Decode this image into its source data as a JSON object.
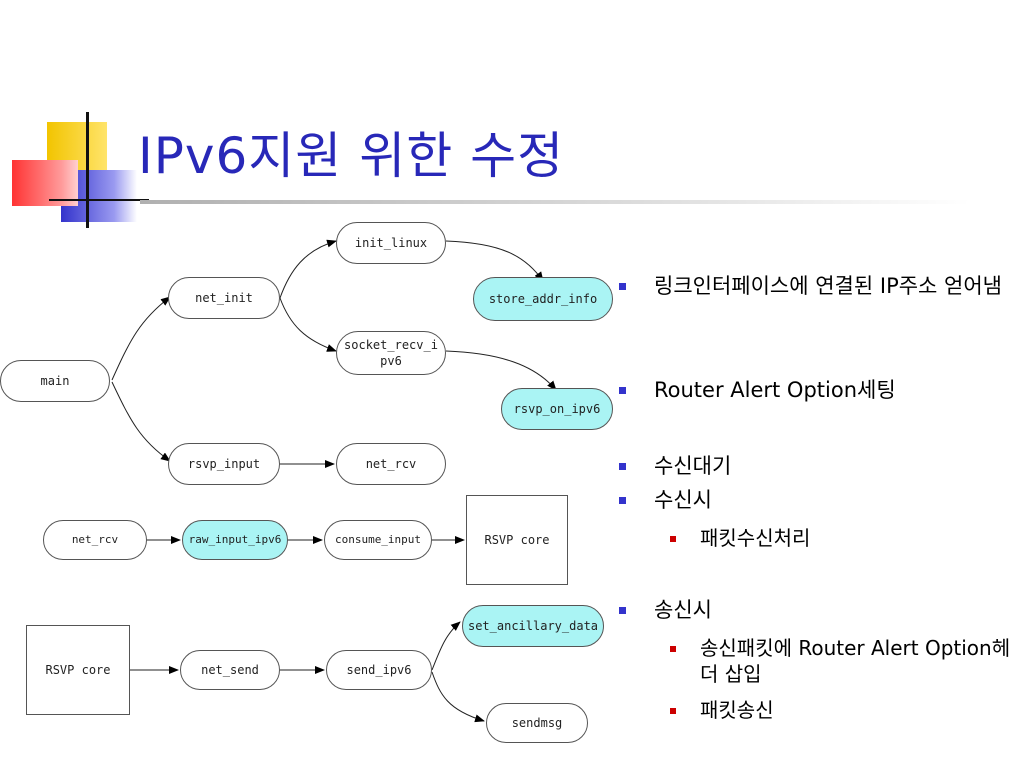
{
  "slide": {
    "title": "IPv6지원 위한 수정"
  },
  "diagram": {
    "nodes": {
      "main": "main",
      "net_init": "net_init",
      "init_linux": "init_linux",
      "store_addr_info": "store_addr_info",
      "socket_recv_ipv6": "socket_recv_i pv6",
      "rsvp_on_ipv6": "rsvp_on_ipv6",
      "rsvp_input": "rsvp_input",
      "net_rcv_top": "net_rcv",
      "net_rcv_mid": "net_rcv",
      "raw_input_ipv6": "raw_input_ipv6",
      "consume_input": "consume_input",
      "rsvp_core_mid": "RSVP core",
      "rsvp_core_bottom": "RSVP core",
      "net_send": "net_send",
      "send_ipv6": "send_ipv6",
      "set_ancillary_data": "set_ancillary_data",
      "sendmsg": "sendmsg"
    },
    "highlight_color": "#aaf4f4"
  },
  "bullets": [
    {
      "level": 1,
      "text": "링크인터페이스에 연결된 IP주소 얻어냄"
    },
    {
      "level": 1,
      "text": "Router Alert Option세팅"
    },
    {
      "level": 1,
      "text": "수신대기"
    },
    {
      "level": 1,
      "text": "수신시"
    },
    {
      "level": 2,
      "text": "패킷수신처리"
    },
    {
      "level": 1,
      "text": "송신시"
    },
    {
      "level": 2,
      "text": "송신패킷에 Router Alert Option헤더 삽입"
    },
    {
      "level": 2,
      "text": "패킷송신"
    }
  ],
  "colors": {
    "title": "#2828b8",
    "bullet_level1": "#3333cc",
    "bullet_level2": "#cc0000",
    "logo_yellow": "#f2c400",
    "logo_blue": "#3333cc",
    "logo_red": "#ff3333"
  }
}
